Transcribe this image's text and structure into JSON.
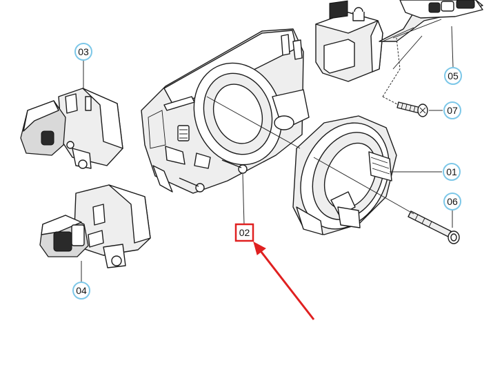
{
  "callouts": {
    "c01": "01",
    "c02": "02",
    "c03": "03",
    "c04": "04",
    "c05": "05",
    "c06": "06",
    "c07": "07"
  },
  "highlight": {
    "target_label": "02",
    "box_color": "#e02020",
    "arrow_color": "#e02020"
  },
  "colors": {
    "callout_ring": "#7cc7e8",
    "line_art": "#1b1b1b"
  }
}
